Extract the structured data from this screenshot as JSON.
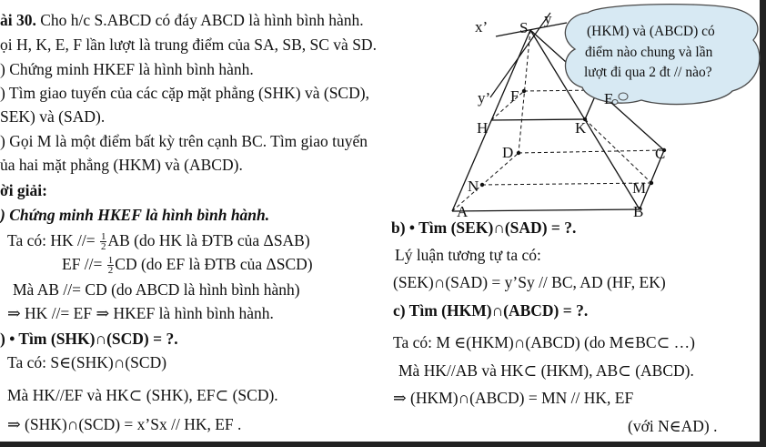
{
  "problem": {
    "title": "ài 30.",
    "line1": " Cho h/c S.ABCD có đáy ABCD là hình bình hành.",
    "line2": "ọi H, K, E, F lần lượt là trung điểm của SA, SB, SC và SD.",
    "line3": ") Chứng minh HKEF là hình bình hành.",
    "line4": ") Tìm giao tuyến của các cặp mặt phẳng (SHK) và (SCD),",
    "line5": "SEK) và (SAD).",
    "line6": ") Gọi M là một điểm bất kỳ trên cạnh BC. Tìm giao tuyến",
    "line7": "ủa hai mặt phẳng (HKM) và (ABCD)."
  },
  "solution": {
    "heading": "ời giải:",
    "part_a_heading": ") Chứng minh HKEF là hình bình hành.",
    "a1_pre": "Ta có: HK //= ",
    "a1_post": "AB (do HK là ĐTB của ΔSAB)",
    "a2_pre": "EF //= ",
    "a2_post": "CD (do EF là ĐTB của ΔSCD)",
    "frac_num": "1",
    "frac_den": "2",
    "a3": "Mà   AB //= CD (do ABCD là hình bình hành)",
    "a4": "⇒  HK //= EF ⇒ HKEF là hình bình hành.",
    "part_b1_heading": ") • Tìm (SHK)∩(SCD) = ?.",
    "b1_1": "Ta có: S∈(SHK)∩(SCD)",
    "b1_2": "Mà HK//EF và HK⊂ (SHK), EF⊂ (SCD).",
    "b1_3": "⇒ (SHK)∩(SCD) = x’Sx // HK, EF .",
    "part_b2_heading": "b) • Tìm (SEK)∩(SAD) = ?.",
    "b2_1": "Lý luận tương tự ta có:",
    "b2_2": "(SEK)∩(SAD) = y’Sy // BC, AD (HF, EK)",
    "part_c_heading": "c)  Tìm (HKM)∩(ABCD) = ?.",
    "c1": "Ta có: M ∈(HKM)∩(ABCD) (do M∈BC⊂ …)",
    "c2": "Mà HK//AB và HK⊂ (HKM), AB⊂ (ABCD).",
    "c3": "⇒ (HKM)∩(ABCD) = MN // HK, EF",
    "c4": "(với N∈AD) ."
  },
  "figure": {
    "labels": {
      "x_prime": "x’",
      "S": "S",
      "y": "y",
      "y_prime": "y’",
      "F": "F",
      "E": "E",
      "H": "H",
      "K": "K",
      "D": "D",
      "C": "C",
      "N": "N",
      "M": "M",
      "A": "A",
      "B": "B"
    },
    "bubble_text": [
      "(HKM) và (ABCD) có",
      "điểm nào chung và lần",
      "lượt đi qua 2 đt // nào?"
    ],
    "bubble_fill": "#d7e9f3",
    "bubble_stroke": "#4a4a4a"
  }
}
